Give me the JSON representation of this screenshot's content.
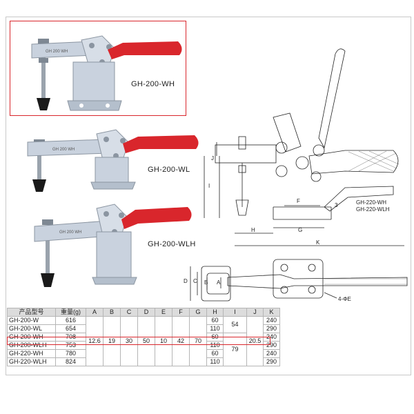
{
  "products": [
    {
      "label": "GH-200-WH"
    },
    {
      "label": "GH-200-WL"
    },
    {
      "label": "GH-200-WLH"
    }
  ],
  "clamp_marking": "GH 200 WH",
  "dimensions": {
    "J": "J",
    "I": "I",
    "F": "F",
    "three": "3",
    "H": "H",
    "G": "G",
    "K": "K",
    "D": "D",
    "C": "C",
    "B": "B",
    "A": "A",
    "E": "E",
    "hole": "4-ΦE",
    "variant_1": "GH-220-WH",
    "variant_2": "GH-220-WLH"
  },
  "colors": {
    "handle": "#d9262c",
    "highlight": "#d9262c",
    "steel": "#c9d2de"
  },
  "table": {
    "headers": [
      "产品型号",
      "重量(g)",
      "A",
      "B",
      "C",
      "D",
      "E",
      "F",
      "G",
      "H",
      "I",
      "J",
      "K"
    ],
    "rows": [
      {
        "model": "GH-200-W",
        "weight": "616",
        "H": "60",
        "K": "240"
      },
      {
        "model": "GH-200-WL",
        "weight": "654",
        "H": "110",
        "K": "290"
      },
      {
        "model": "GH-200-WH",
        "weight": "708",
        "H": "60",
        "K": "240"
      },
      {
        "model": "GH-200-WLH",
        "weight": "753",
        "H": "110",
        "K": "290"
      },
      {
        "model": "GH-220-WH",
        "weight": "780",
        "H": "60",
        "K": "240"
      },
      {
        "model": "GH-220-WLH",
        "weight": "824",
        "H": "110",
        "K": "290"
      }
    ],
    "shared": {
      "A": "12.6",
      "B": "19",
      "C": "30",
      "D": "50",
      "E": "10",
      "F": "42",
      "G": "70",
      "J": "20.5"
    },
    "I_values": [
      "54",
      "79"
    ]
  }
}
